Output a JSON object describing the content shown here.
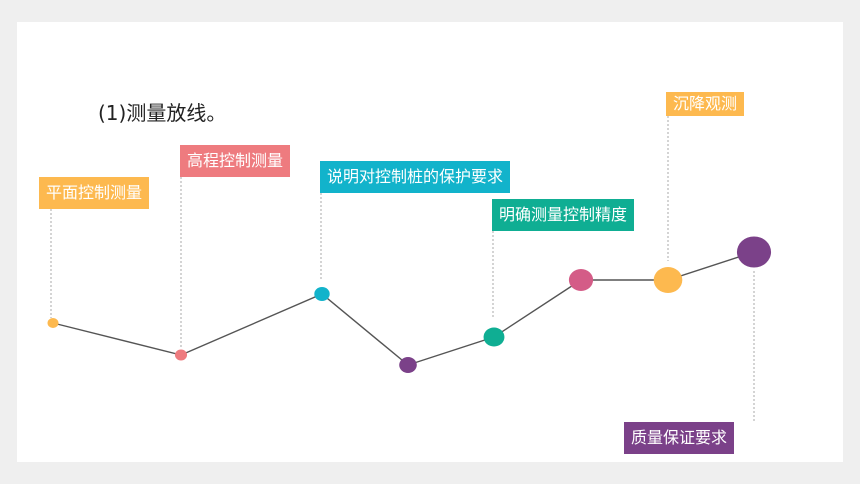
{
  "title": "(1)测量放线。",
  "colors": {
    "orange": "#fdb94f",
    "coral": "#ee7b7f",
    "cyan": "#12b3cb",
    "green": "#0fae93",
    "pink": "#d45c87",
    "purple": "#7b4189",
    "line": "#555555",
    "leader": "#aaaaaa"
  },
  "steps": [
    {
      "label": "平面控制测量",
      "color": "orange"
    },
    {
      "label": "高程控制测量",
      "color": "coral"
    },
    {
      "label": "说明对控制桩的保护要求",
      "color": "cyan"
    },
    {
      "label": "",
      "color": "purple"
    },
    {
      "label": "明确测量控制精度",
      "color": "green"
    },
    {
      "label": "",
      "color": "pink"
    },
    {
      "label": "沉降观测",
      "color": "orange"
    },
    {
      "label": "质量保证要求",
      "color": "purple"
    }
  ]
}
